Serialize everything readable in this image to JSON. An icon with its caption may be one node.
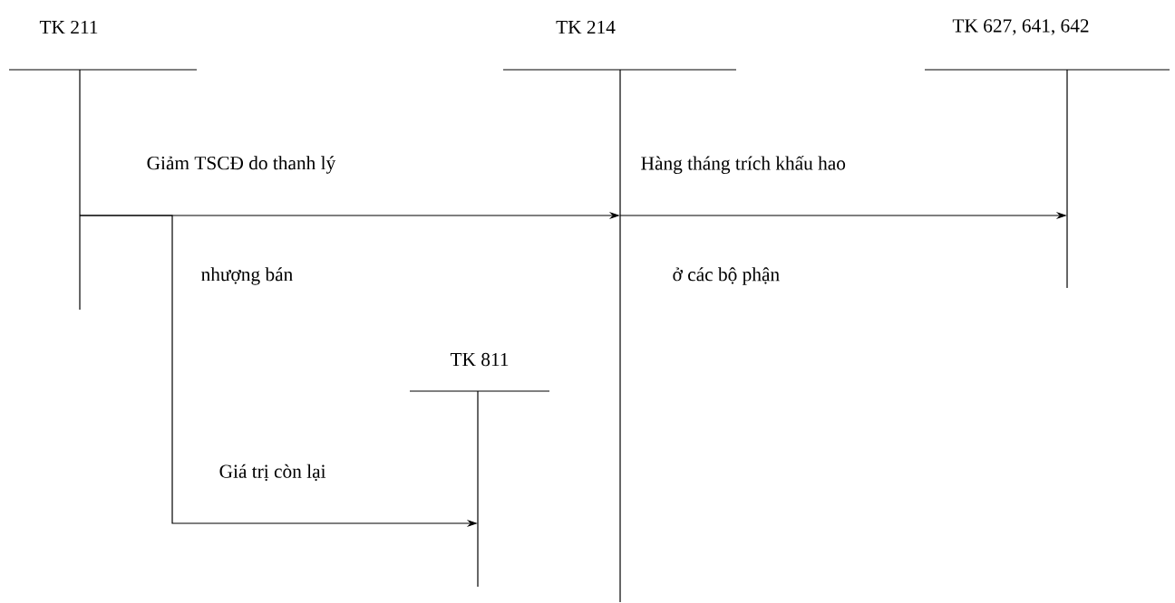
{
  "diagram": {
    "nodes": [
      {
        "text": [
          "TK 211"
        ]
      },
      {
        "text": [
          "TK 214"
        ]
      },
      {
        "text": [
          "TK 627, 641, 642"
        ]
      },
      {
        "text": [
          "TK 811"
        ]
      }
    ],
    "edges": [
      {
        "from": 0,
        "to": 1,
        "arrow": "to",
        "label": "Giảm TSCĐ do thanh lý"
      },
      {
        "from": 1,
        "to": 2,
        "arrow": "to",
        "label": "Hàng tháng trích khấu hao"
      },
      {
        "from": 0,
        "to": 3,
        "arrow": "to",
        "label": "Giá trị còn lại"
      }
    ],
    "labels": [
      "nhượng bán",
      "ở các bộ phận"
    ]
  }
}
